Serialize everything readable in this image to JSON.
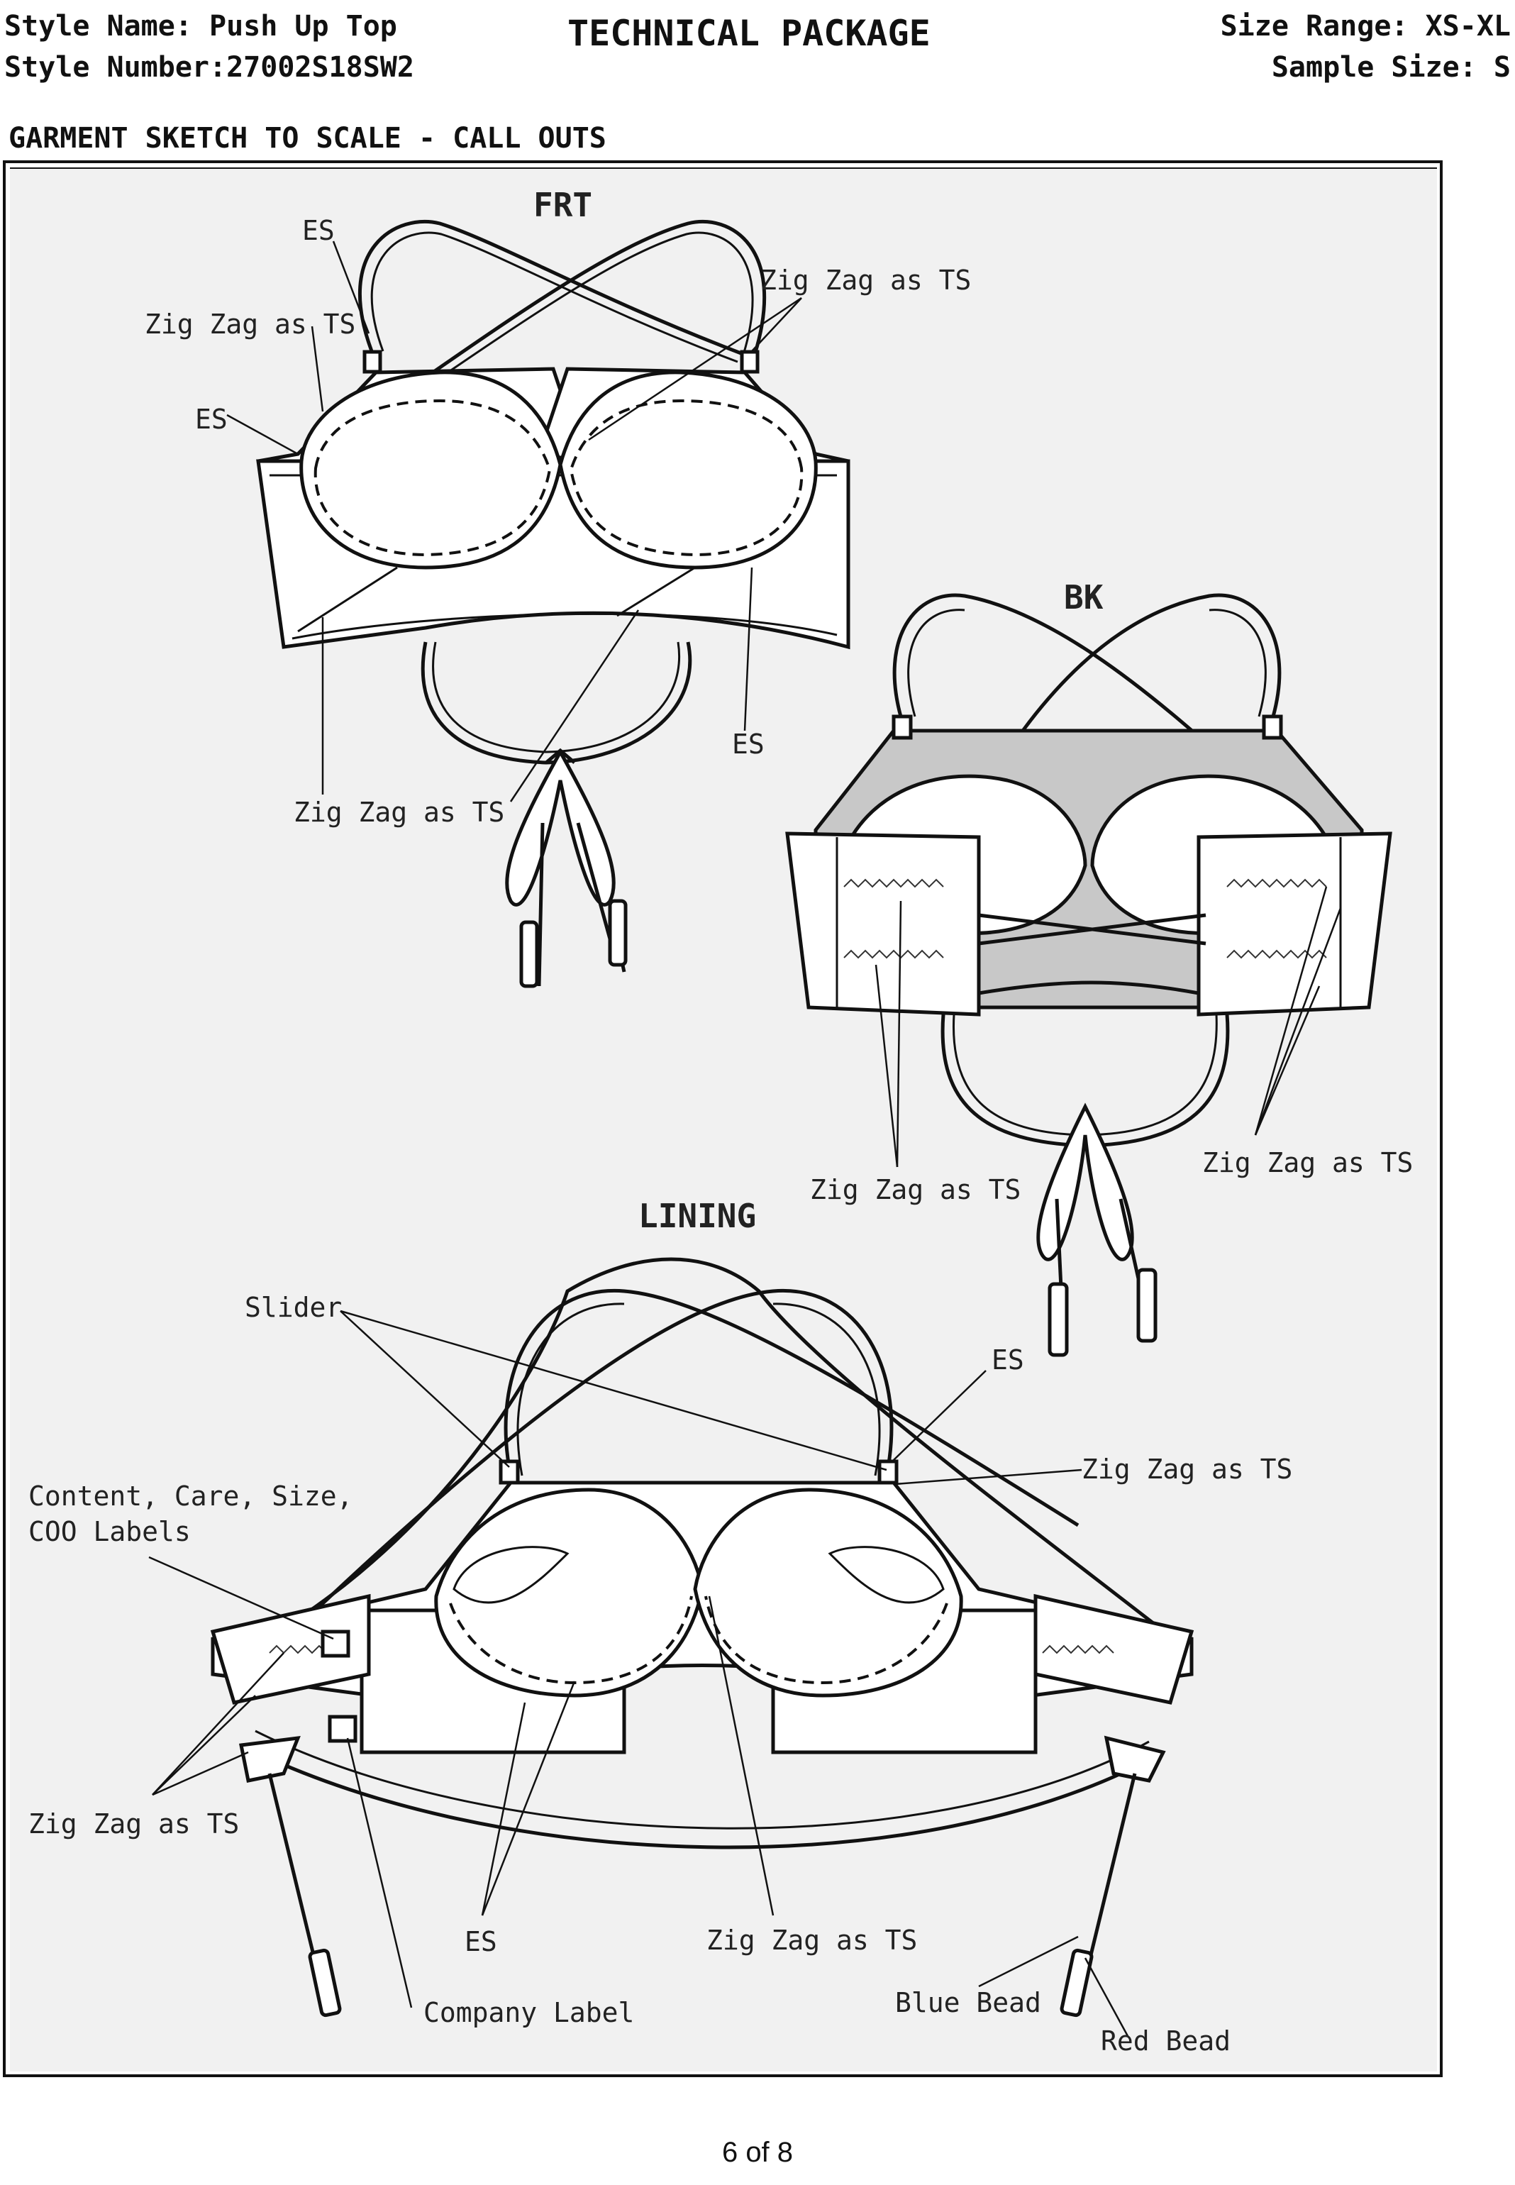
{
  "header": {
    "style_name": "Style Name: Push Up Top",
    "style_number": "Style Number:27002S18SW2",
    "title": "TECHNICAL PACKAGE",
    "size_range": "Size Range: XS-XL",
    "sample_size": "Sample Size: S"
  },
  "section_title": "GARMENT SKETCH TO SCALE - CALL OUTS",
  "views": {
    "front": "FRT",
    "back": "BK",
    "lining": "LINING"
  },
  "callouts": {
    "frt_es_top": "ES",
    "frt_zigzag_left": "Zig Zag as TS",
    "frt_zigzag_right": "Zig Zag as TS",
    "frt_es_left": "ES",
    "frt_es_bottom": "ES",
    "frt_zigzag_bottom": "Zig Zag as TS",
    "bk_zigzag_left": "Zig Zag as TS",
    "bk_zigzag_right": "Zig Zag as TS",
    "lin_slider": "Slider",
    "lin_es_top": "ES",
    "lin_zigzag_right": "Zig Zag as TS",
    "lin_labels_1": "Content, Care, Size,",
    "lin_labels_2": "COO Labels",
    "lin_zigzag_left": "Zig Zag as TS",
    "lin_es_bottom": "ES",
    "lin_zigzag_bottom": "Zig Zag as TS",
    "lin_company_label": "Company Label",
    "lin_blue_bead": "Blue Bead",
    "lin_red_bead": "Red Bead"
  },
  "footer": {
    "page": "6 of 8"
  }
}
